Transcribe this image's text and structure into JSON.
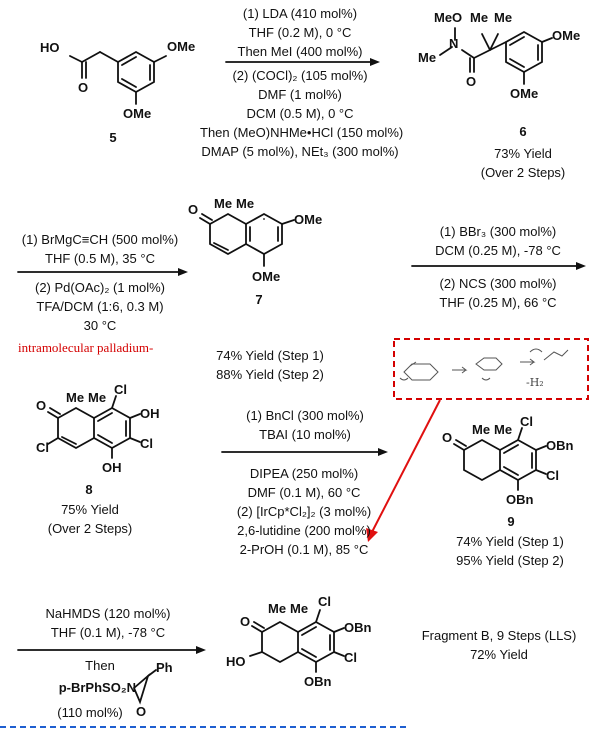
{
  "step1": {
    "conditions_top": [
      "(1) LDA (410 mol%)",
      "THF (0.2 M), 0 °C",
      "Then MeI (400 mol%)"
    ],
    "conditions_bottom": [
      "(2) (COCl)₂ (105 mol%)",
      "DMF (1 mol%)",
      "DCM (0.5 M), 0 °C",
      "Then (MeO)NHMe•HCl (150 mol%)",
      "DMAP (5 mol%), NEt₃ (300 mol%)"
    ]
  },
  "compounds": {
    "c5": {
      "label": "5",
      "atoms": [
        "HO",
        "O",
        "OMe",
        "OMe"
      ]
    },
    "c6": {
      "label": "6",
      "atoms": [
        "MeO",
        "N",
        "Me",
        "Me",
        "Me",
        "O",
        "OMe",
        "OMe"
      ],
      "yield": [
        "73% Yield",
        "(Over 2 Steps)"
      ]
    },
    "c7": {
      "label": "7",
      "atoms": [
        "Me",
        "Me",
        "O",
        "OMe",
        "OMe"
      ],
      "yield": [
        "74% Yield (Step 1)",
        "88% Yield (Step 2)"
      ]
    },
    "c8": {
      "label": "8",
      "atoms": [
        "Me",
        "Me",
        "Cl",
        "O",
        "OH",
        "Cl",
        "Cl",
        "OH"
      ],
      "yield": [
        "75% Yield",
        "(Over 2 Steps)"
      ]
    },
    "c9": {
      "label": "9",
      "atoms": [
        "Me",
        "Me",
        "Cl",
        "O",
        "OBn",
        "Cl",
        "OBn"
      ],
      "yield": [
        "74% Yield (Step 1)",
        "95% Yield (Step 2)"
      ]
    },
    "c10": {
      "atoms": [
        "Me",
        "Me",
        "Cl",
        "O",
        "HO",
        "OBn",
        "Cl",
        "OBn"
      ]
    }
  },
  "step2": {
    "conditions_top": [
      "(1) BrMgC≡CH (500 mol%)",
      "THF (0.5 M), 35 °C"
    ],
    "conditions_bottom": [
      "(2) Pd(OAc)₂ (1 mol%)",
      "TFA/DCM (1:6, 0.3 M)",
      "30 °C"
    ],
    "annotation": "intramolecular palladium-"
  },
  "step3": {
    "conditions_top": [
      "(1) BBr₃ (300 mol%)",
      "DCM (0.25 M), -78 °C"
    ],
    "conditions_bottom": [
      "(2) NCS (300 mol%)",
      "THF (0.25 M), 66 °C"
    ]
  },
  "step4": {
    "conditions_top": [
      "(1) BnCl (300 mol%)",
      "TBAI (10 mol%)"
    ],
    "conditions_bottom": [
      "DIPEA (250 mol%)",
      "DMF (0.1 M), 60 °C",
      "(2) [IrCp*Cl₂]₂ (3 mol%)",
      "2,6-lutidine (200 mol%)",
      "2-PrOH (0.1 M), 85 °C"
    ]
  },
  "step5": {
    "conditions_top": [
      "NaHMDS (120 mol%)",
      "THF (0.1 M), -78 °C"
    ],
    "conditions_bottom": [
      "Then",
      "p-BrPhSO₂N",
      "(110 mol%)"
    ],
    "reagent_atoms": [
      "Ph",
      "O"
    ]
  },
  "fragment": {
    "lines": [
      "Fragment B, 9 Steps (LLS)",
      "72% Yield"
    ]
  },
  "sketch": {
    "note": "-H₂"
  },
  "colors": {
    "annotation": "#d40000",
    "dashed_box": "#d40000",
    "bottom_rule": "#1f5fd0"
  }
}
